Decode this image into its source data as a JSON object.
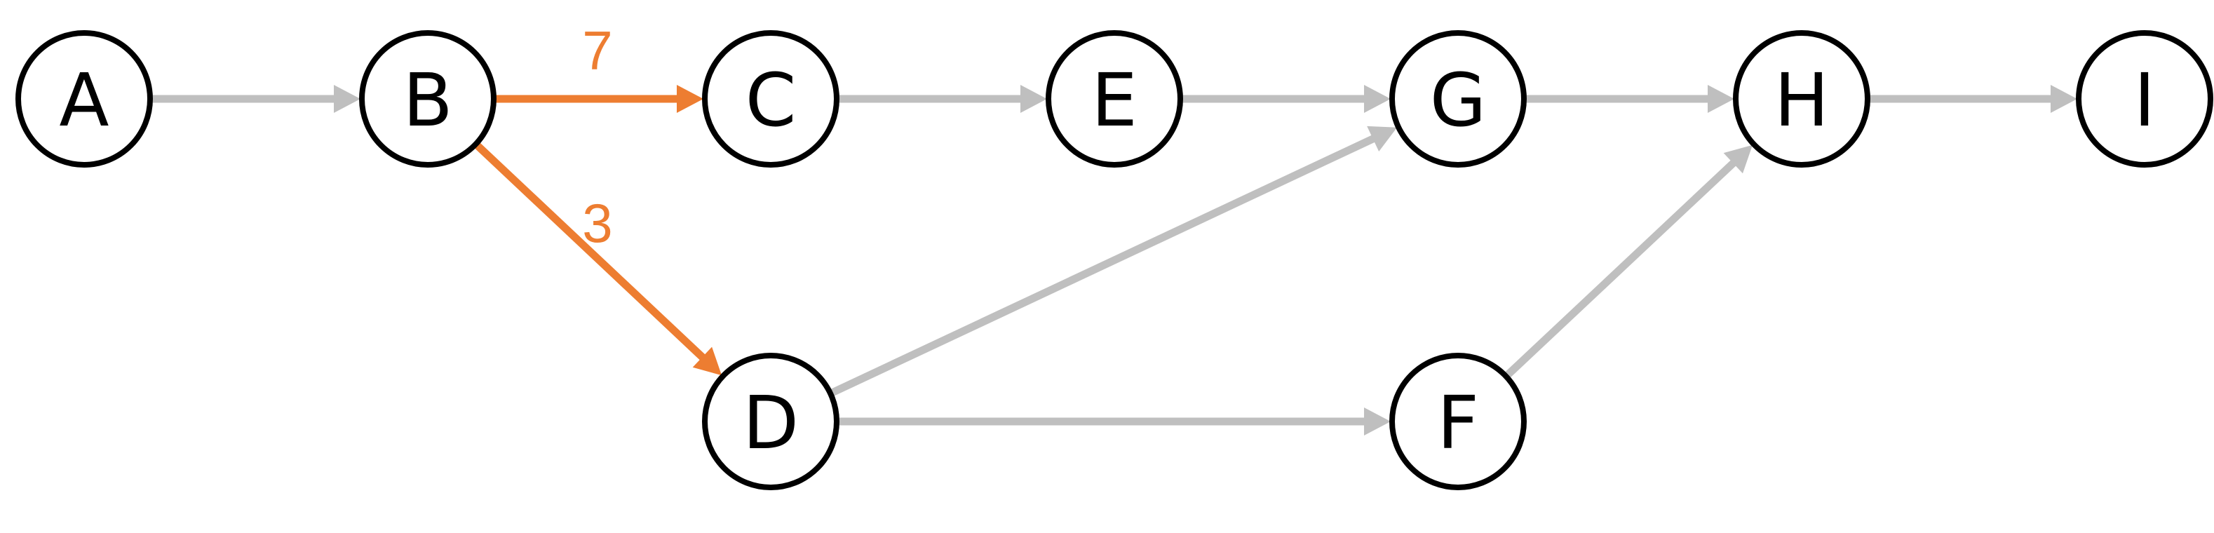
{
  "colors": {
    "highlight": "#ED7D31",
    "default_edge": "#BFBFBF",
    "node_stroke": "#000000",
    "node_fill": "#FFFFFF",
    "label": "#000000"
  },
  "nodes": [
    {
      "id": "A",
      "label": "A"
    },
    {
      "id": "B",
      "label": "B"
    },
    {
      "id": "C",
      "label": "C"
    },
    {
      "id": "D",
      "label": "D"
    },
    {
      "id": "E",
      "label": "E"
    },
    {
      "id": "F",
      "label": "F"
    },
    {
      "id": "G",
      "label": "G"
    },
    {
      "id": "H",
      "label": "H"
    },
    {
      "id": "I",
      "label": "I"
    }
  ],
  "edges": [
    {
      "from": "A",
      "to": "B",
      "weight": "",
      "highlighted": false
    },
    {
      "from": "B",
      "to": "C",
      "weight": "7",
      "highlighted": true
    },
    {
      "from": "B",
      "to": "D",
      "weight": "3",
      "highlighted": true
    },
    {
      "from": "C",
      "to": "E",
      "weight": "",
      "highlighted": false
    },
    {
      "from": "E",
      "to": "G",
      "weight": "",
      "highlighted": false
    },
    {
      "from": "D",
      "to": "G",
      "weight": "",
      "highlighted": false
    },
    {
      "from": "D",
      "to": "F",
      "weight": "",
      "highlighted": false
    },
    {
      "from": "G",
      "to": "H",
      "weight": "",
      "highlighted": false
    },
    {
      "from": "F",
      "to": "H",
      "weight": "",
      "highlighted": false
    },
    {
      "from": "H",
      "to": "I",
      "weight": "",
      "highlighted": false
    }
  ]
}
